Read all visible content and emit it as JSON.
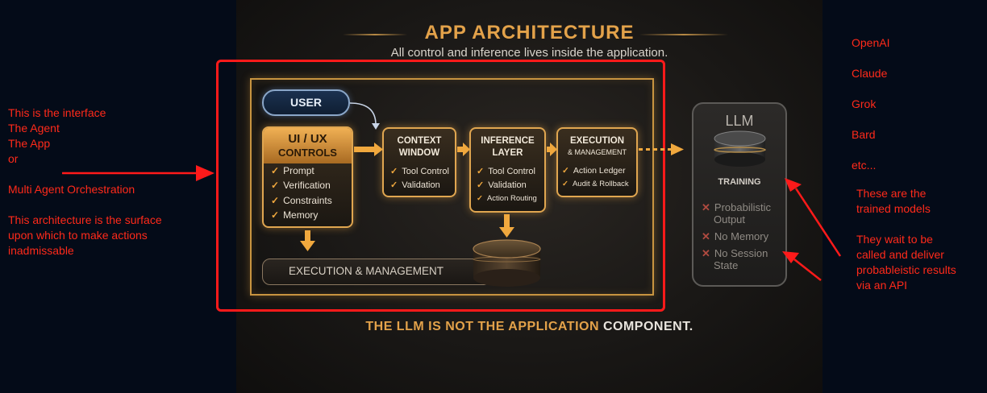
{
  "diagram": {
    "title": "APP ARCHITECTURE",
    "subtitle": "All control and inference lives inside the application.",
    "user": "USER",
    "ui_controls": {
      "title_line1": "UI / UX",
      "title_line2": "CONTROLS",
      "items": [
        "Prompt",
        "Verification",
        "Constraints",
        "Memory"
      ]
    },
    "context_window": {
      "title_line1": "CONTEXT",
      "title_line2": "WINDOW",
      "items": [
        "Tool Control",
        "Validation"
      ]
    },
    "inference_layer": {
      "title_line1": "INFERENCE",
      "title_line2": "LAYER",
      "items": [
        "Tool Control",
        "Validation",
        "Action Routing"
      ]
    },
    "execution": {
      "title_line1": "EXECUTION",
      "title_line2": "& MANAGEMENT",
      "items": [
        "Action Ledger",
        "Audit & Rollback"
      ]
    },
    "execution_bar": "EXECUTION & MANAGEMENT",
    "llm": {
      "title": "LLM",
      "training": "TRAINING",
      "items": [
        {
          "line1": "Probabilistic",
          "line2": "Output"
        },
        {
          "line1": "No Memory",
          "line2": ""
        },
        {
          "line1": "No Session",
          "line2": "State"
        }
      ]
    },
    "bottom_gold": "THE LLM IS NOT THE APPLICATION",
    "bottom_white": "COMPONENT."
  },
  "annotations": {
    "left_lines": [
      "This is the interface",
      "The Agent",
      "The App",
      "or",
      "",
      "Multi Agent Orchestration",
      "",
      "This architecture is the surface",
      "upon which to make actions",
      "inadmissable"
    ],
    "models": [
      "OpenAI",
      "Claude",
      "Grok",
      "Bard",
      "etc..."
    ],
    "trained_note": [
      "These are the",
      "trained models"
    ],
    "wait_note": [
      "They wait to be",
      "called and deliver",
      "probableistic results",
      "via an API"
    ]
  },
  "colors": {
    "background": "#040b18",
    "gold": "#e3a24a",
    "annotation_red": "#ff1a1a",
    "user_blue": "#8aa6c8"
  }
}
